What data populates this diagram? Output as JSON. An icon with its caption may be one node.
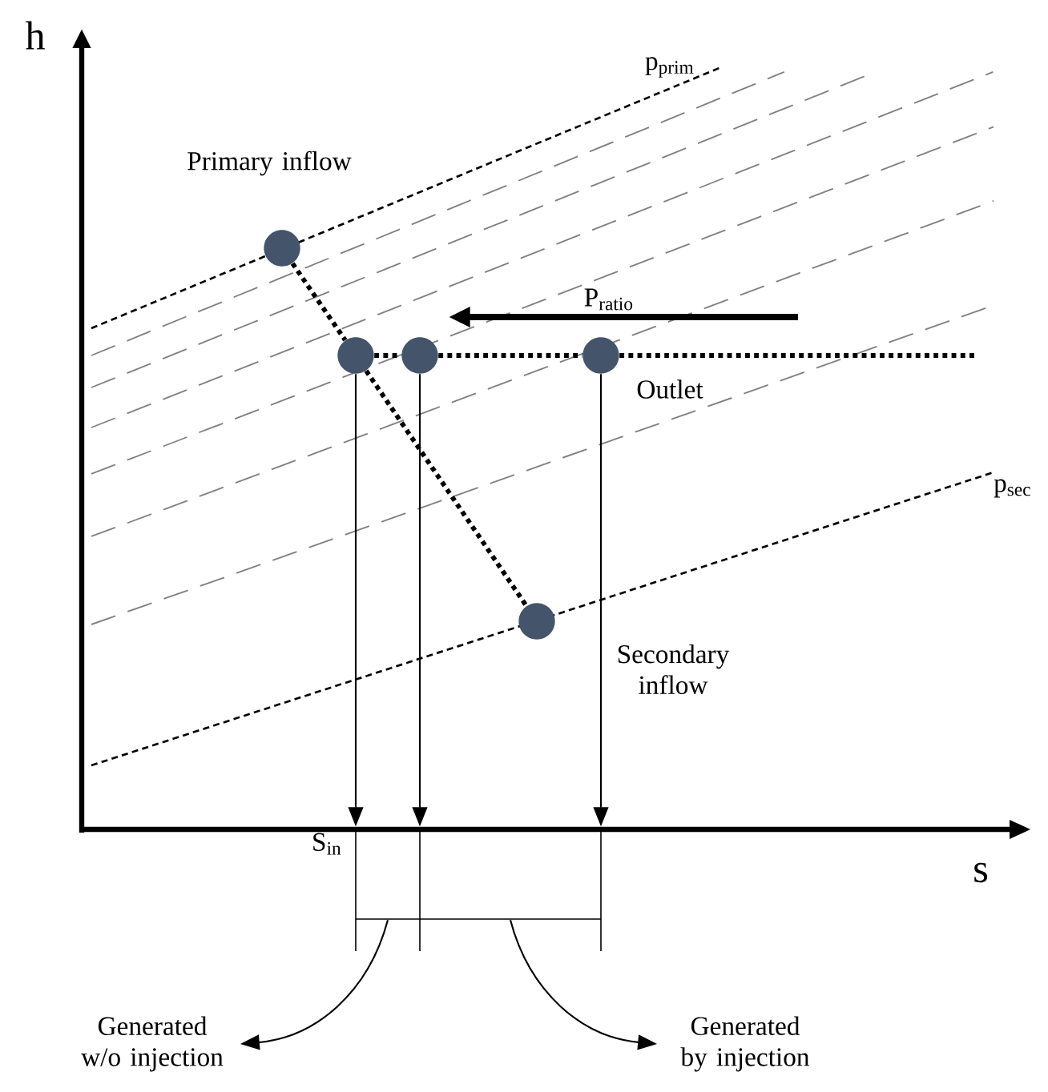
{
  "diagram": {
    "nodes": [
      {
        "text": [],
        "shape": "circle",
        "beside": [
          "Primary inflow"
        ]
      },
      {
        "text": [],
        "shape": "circle"
      },
      {
        "text": [],
        "shape": "circle"
      },
      {
        "text": [],
        "shape": "circle",
        "beside": [
          "Outlet"
        ]
      },
      {
        "text": [],
        "shape": "circle",
        "beside": [
          "Secondary inflow"
        ]
      },
      {
        "text": [
          "Generated w/o injection"
        ]
      },
      {
        "text": [
          "Generated by injection"
        ]
      },
      {
        "text": [],
        "shape": "bar"
      },
      {
        "text": [],
        "shape": "bar"
      },
      {
        "text": [],
        "shape": "bar"
      }
    ],
    "edges": [
      {
        "from": 0,
        "to": 1,
        "arrow": "none",
        "style": "dashed"
      },
      {
        "from": 1,
        "to": 4,
        "arrow": "none",
        "style": "dashed"
      },
      {
        "from": 1,
        "to": 2,
        "arrow": "none",
        "style": "dashed"
      },
      {
        "from": 2,
        "to": 3,
        "arrow": "none",
        "style": "dashed"
      },
      {
        "from": 3,
        "to": null,
        "arrow": "none",
        "style": "dashed"
      },
      {
        "from": 1,
        "to": 7,
        "arrow": "to"
      },
      {
        "from": 2,
        "to": 7,
        "arrow": "to"
      },
      {
        "from": 3,
        "to": 7,
        "arrow": "to"
      },
      {
        "from": 8,
        "to": 5,
        "arrow": "to"
      },
      {
        "from": 9,
        "to": 6,
        "arrow": "to"
      }
    ],
    "labels": [
      "h",
      "p$_{prim}$",
      "P$_{ratio}$",
      "p$_{sec}$",
      "S$_{in}$",
      "s"
    ]
  }
}
